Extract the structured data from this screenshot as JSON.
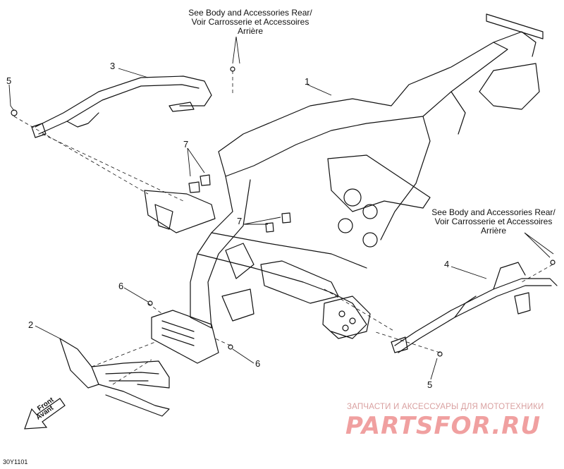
{
  "notes": {
    "top": [
      "See Body and Accessories Rear/",
      "Voir Carrosserie et Accessoires",
      "Arrière"
    ],
    "right": [
      "See Body and Accessories Rear/",
      "Voir Carrosserie et Accessoires",
      "Arrière"
    ]
  },
  "callouts": [
    "1",
    "2",
    "3",
    "4",
    "5",
    "5",
    "6",
    "6",
    "7",
    "7"
  ],
  "front_arrow": {
    "line1": "Front",
    "line2": "Avant"
  },
  "reference": "30Y1101",
  "watermark": {
    "tagline": "ЗАПЧАСТИ И АКСЕССУАРЫ ДЛЯ МОТОТЕХНИКИ",
    "logo": "PARTSFOR.RU"
  },
  "colors": {
    "line": "#111111",
    "watermark_text": "#d9a0a0",
    "watermark_logo": "#f0a0a0"
  }
}
